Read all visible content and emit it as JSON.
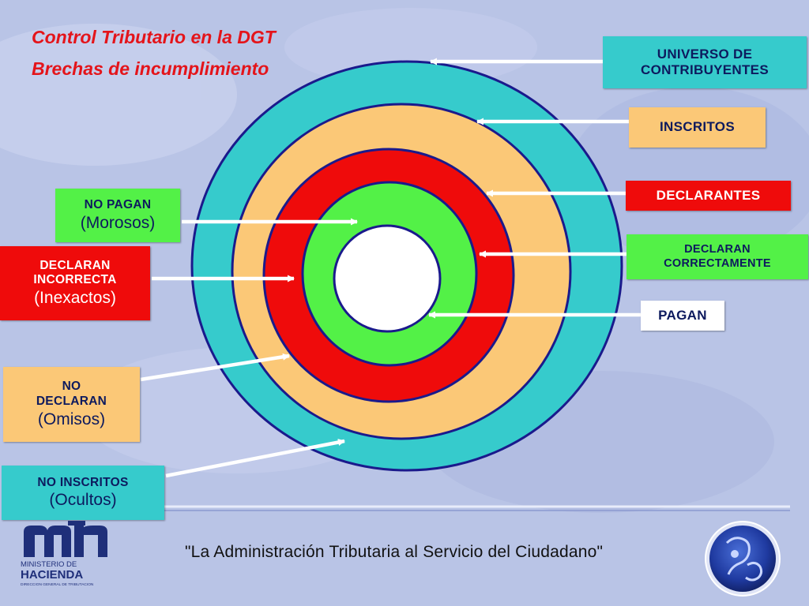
{
  "title": {
    "line1": "Control Tributario en la DGT",
    "line2": "Brechas de incumplimiento"
  },
  "right_labels": {
    "universo": [
      "UNIVERSO DE",
      "CONTRIBUYENTES"
    ],
    "inscritos": "INSCRITOS",
    "declarantes": "DECLARANTES",
    "declaran_correctamente": [
      "DECLARAN",
      "CORRECTAMENTE"
    ],
    "pagan": "PAGAN"
  },
  "left_labels": {
    "no_pagan": [
      "NO PAGAN",
      "(Morosos)"
    ],
    "declaran_incorrecta": [
      "DECLARAN",
      "INCORRECTA",
      "(Inexactos)"
    ],
    "no_declaran": [
      "NO",
      "DECLARAN",
      "(Omisos)"
    ],
    "no_inscritos": [
      "NO INSCRITOS",
      "(Ocultos)"
    ]
  },
  "rings": [
    {
      "name": "universo",
      "color": "#36cbcc"
    },
    {
      "name": "inscritos",
      "color": "#fbc877"
    },
    {
      "name": "declarantes",
      "color": "#ef0b0b"
    },
    {
      "name": "declaran_correctamente",
      "color": "#53f147"
    },
    {
      "name": "pagan",
      "color": "#ffffff"
    }
  ],
  "footer": {
    "motto": "\"La Administración Tributaria al Servicio del Ciudadano\"",
    "logo_line1": "MINISTERIO DE",
    "logo_line2": "HACIENDA",
    "logo_line3": "DIRECCION GENERAL DE TRIBUTACION"
  },
  "colors": {
    "title": "#e4141a",
    "label_text": "#0d1a5e",
    "background": "#b9c4e6",
    "ring_outline": "#1a1a8c"
  }
}
